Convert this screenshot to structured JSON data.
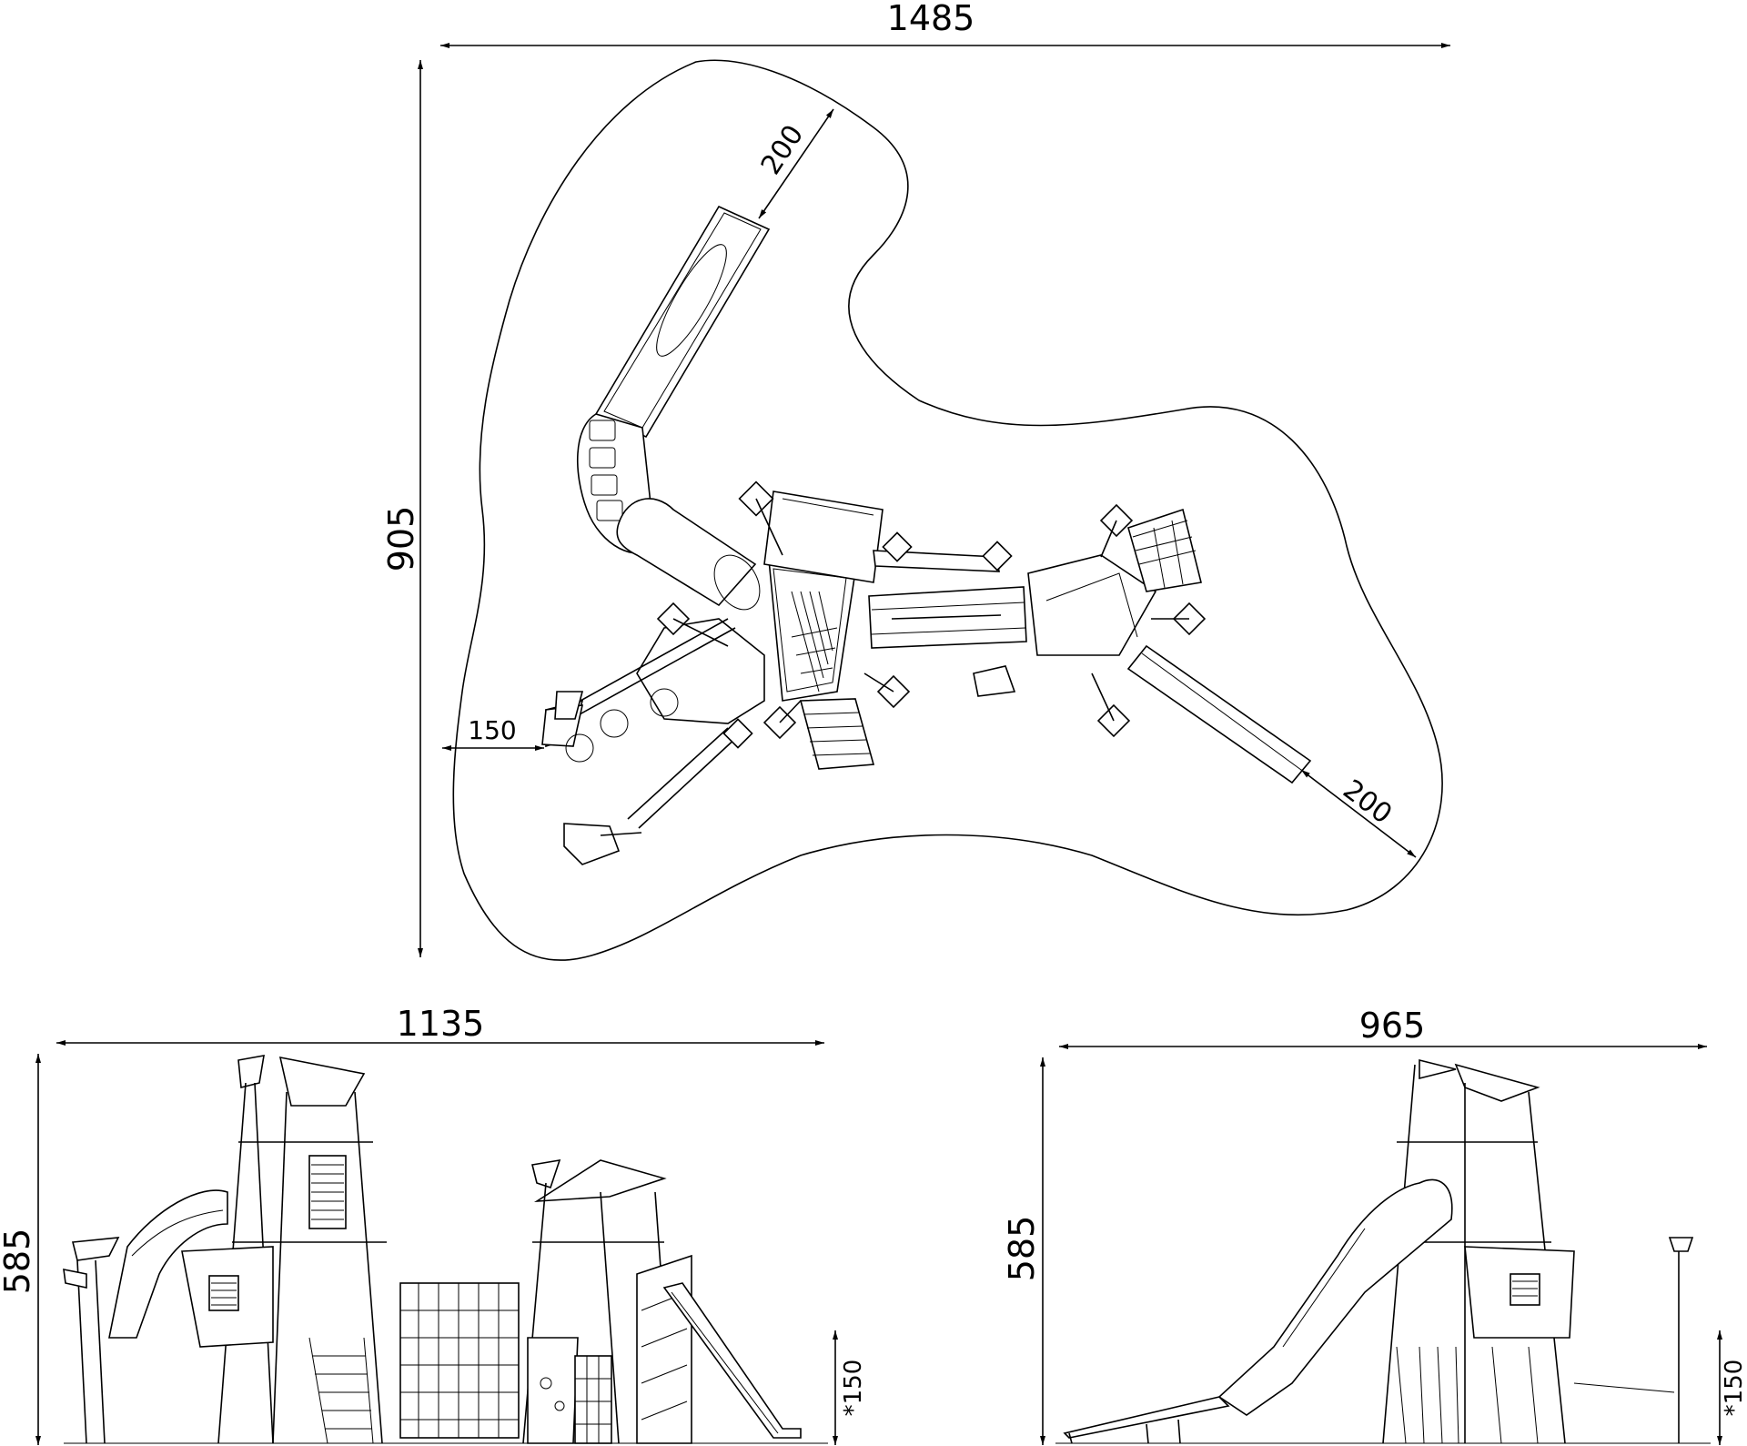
{
  "plan_view": {
    "overall_width": "1485",
    "overall_depth": "905",
    "safety_zone_slide_top": "200",
    "safety_zone_slide_right": "200",
    "safety_zone_left": "150"
  },
  "front_elevation": {
    "width": "1135",
    "height": "585",
    "free_fall": "*150"
  },
  "side_elevation": {
    "width": "965",
    "height": "585",
    "free_fall": "*150"
  },
  "colors": {
    "line": "#000000",
    "background": "#ffffff"
  }
}
